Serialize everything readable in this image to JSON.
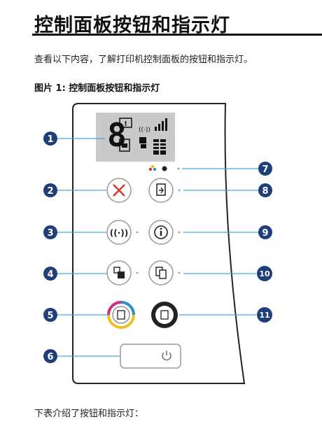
{
  "page": {
    "title": "控制面板按钮和指示灯",
    "intro": "查看以下内容，了解打印机控制面板的按钮和指示灯。",
    "caption": "图片 1: 控制面板按钮和指示灯",
    "footer": "下表介绍了按钮和指示灯："
  },
  "display": {
    "digit": "8",
    "alert_glyph": "!"
  },
  "callouts": [
    {
      "number": "1"
    },
    {
      "number": "2"
    },
    {
      "number": "3"
    },
    {
      "number": "4"
    },
    {
      "number": "5"
    },
    {
      "number": "6"
    },
    {
      "number": "7"
    },
    {
      "number": "8"
    },
    {
      "number": "9"
    },
    {
      "number": "10"
    },
    {
      "number": "11"
    }
  ],
  "colors": {
    "callout_fill": "#1f3f7a",
    "callout_line": "#4aa3dd",
    "cancel_red": "#e0302a",
    "display_bg": "#c9c9c9"
  }
}
